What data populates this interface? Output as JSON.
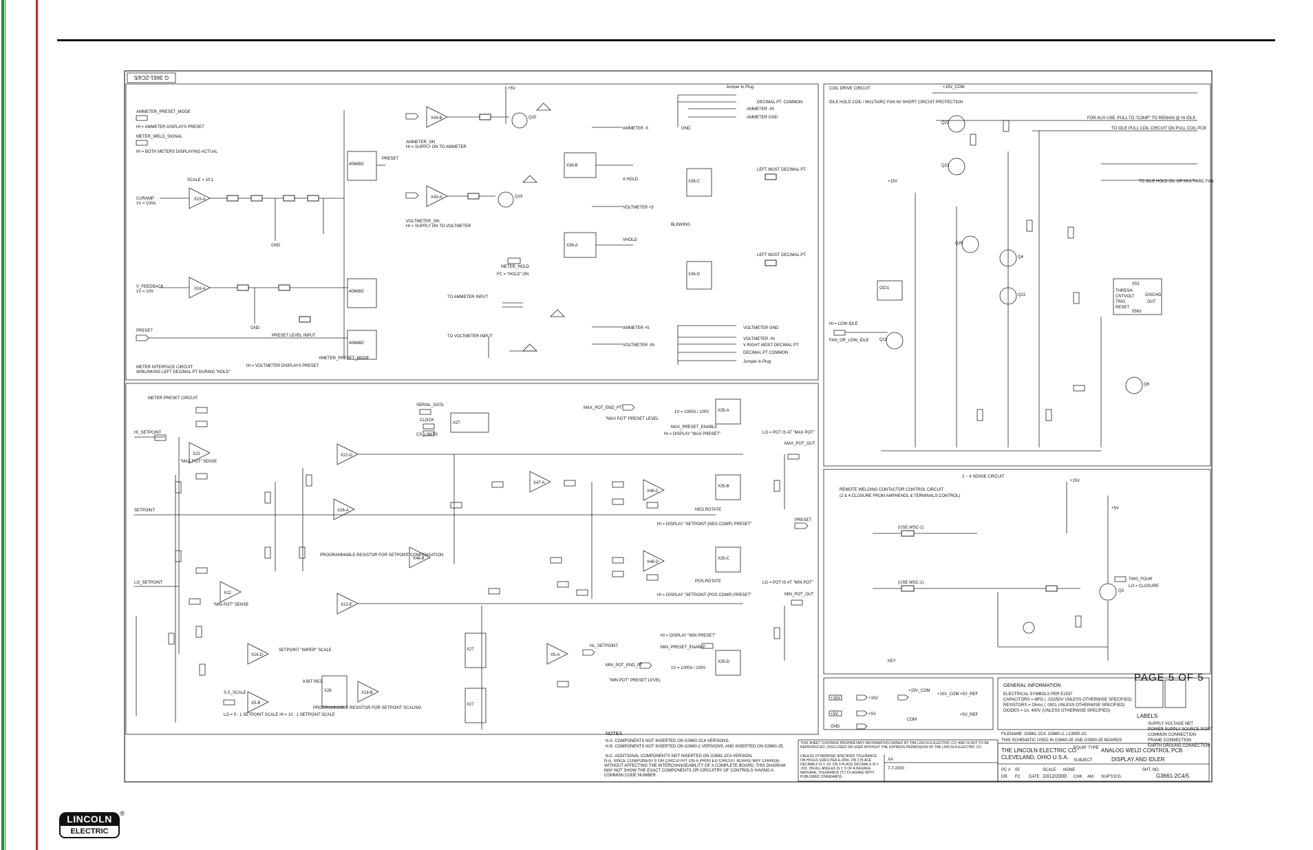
{
  "doc_ref": "G 3661-2C4/5",
  "page_label": "PAGE 5 OF 5",
  "brand": {
    "name": "LINCOLN",
    "sub": "ELECTRIC"
  },
  "sections": {
    "ammeter": {
      "ammeter_preset_mode": "AMMETER_PRESET_MODE",
      "hi_ammeter_displays_preset": "HI = AMMETER DISPLAYS PRESET",
      "meter_weld_signal": "METER_WELD_SIGNAL",
      "hi_both_meters": "HI = BOTH METERS DISPLAYING ACTUAL",
      "scale_10": "SCALE = 10:1",
      "curamp": "CURAMP",
      "curamp_range": "1V = 100A",
      "ammeter_on": "AMMETER_ON",
      "hi_supply_ammeter": "HI = SUPPLY ON TO AMMETER",
      "voltmeter_on": "VOLTMETER_ON",
      "hi_supply_voltmeter": "HI = SUPPLY ON TO VOLTMETER",
      "v_feedback": "V_FEEDBACK",
      "v_feedback_range": "1V = 10V",
      "meter_hold": "METER_HOLD",
      "fc_hold_on": "FC = \"HOLD\" ON",
      "to_ammeter_input": "TO AMMETER INPUT",
      "to_voltmeter_input": "TO VOLTMETER INPUT",
      "preset": "PRESET",
      "preset_level_input": "PRESET LEVEL INPUT",
      "meter_interface_circuit": "METER INTERFACE CIRCUIT",
      "blinking_note": "W/BLINKING LEFT DECIMAL PT DURING \"HOLD\"",
      "vmeter_preset_mode": "VMETER_PRESET_MODE",
      "hi_voltmeter_displays_preset": "HI = VOLTMETER DISPLAYS PRESET",
      "ammeter_neg": "AMMETER -5",
      "ammeter_pos": "AMMETER +5",
      "voltmeter_pos": "VOLTMETER +5",
      "voltmeter_neg": "VOLTMETER -IN",
      "vhold": "VHOLD",
      "ahold": "A HOLD"
    },
    "plug": {
      "jumper_in_plug": "Jumper in Plug",
      "decimal_pt_common": "DECIMAL PT. COMMON",
      "ammeter_in": "AMMETER -IN",
      "ammeter_gnd": "AMMETER GND",
      "left_most_decimal_pt": "LEFT MOST DECIMAL PT.",
      "blinking": "BLINKING",
      "voltmeter_gnd": "VOLTMETER GND",
      "voltmeter_in": "VOLTMETER -IN",
      "right_most_decimal_pt": "V RIGHT MOST DECIMAL PT.",
      "decimal_pt_common_2": "DECIMAL PT COMMON",
      "gnd": "GND"
    },
    "coil": {
      "title": "COIL DRIVE CIRCUIT",
      "idle_note": "IDLE HOLD COIL / MULTIARC FAN W/ SHORT CIRCUIT PROTECTION",
      "aux_note": "FOR AUX USE. PULL TO \"COMP\" TO REMAIN @ HI IDLE",
      "idle_pull": "TO IDLE PULL COIL CIRCUIT ON PULL COIL PCB",
      "to_idle_hold": "TO IDLE HOLD OIL OR MULTIARC FAN",
      "hi_low_idle": "HI = LOW IDLE",
      "fan_run": "FAN_OR_LOW_IDLE",
      "timer": "X53",
      "timer_part": "5563",
      "thresh": "THRESH",
      "cntvolt": "CNTVOLT",
      "trig": "TRIG",
      "reset": "RESET",
      "disch": "DISCHG",
      "out": "OUT",
      "v15": "+15V_COM",
      "v15b": "+15V"
    },
    "preset": {
      "title": "METER PRESET CIRCUIT",
      "hi_setpoint": "HI_SETPOINT",
      "setpoint": "SETPOINT",
      "lo_setpoint": "LO_SETPOINT",
      "max_pot_sense": "\"MAX POT\" SENSE",
      "min_pot_sense": "\"MIN POT\" SENSE",
      "serial_data": "SERIAL_DATA",
      "clock": "CLOCK",
      "cs_limits": "CS_LIMITS",
      "max_pot_end_pt": "MAX_POT_END_PT",
      "max_pot_preset_level": "\"MAX POT\" PRESET LEVEL",
      "max_preset_enable": "MAX_PRESET_ENABLE",
      "hi_display_max_preset": "HI = DISPLAY \"MAX PRESET\"",
      "range": "1V = 1000A / 100V",
      "lo_pot_max": "LO = POT IS AT \"MAX POT\"",
      "lo_pot_min": "LO = POT IS AT \"MIN POT\"",
      "max_pot_out": "MAX_POT_OUT",
      "min_pot_out": "MIN_POT_OUT",
      "preset_out": "PRESET",
      "neg_rotate": "NEG.ROTATE",
      "pos_rotate": "POS.ROTATE",
      "hi_display_setpoint_neg": "HI = DISPLAY \"SETPOINT (NEG COMP) PRESET\"",
      "hi_display_setpoint_pos": "HI = DISPLAY \"SETPOINT (POS COMP) PRESET\"",
      "programmable_resistor": "PROGRAMMABLE RESISTOR FOR SETPOINT COMPENSATION",
      "programmable_scaling": "PROGRAMMABLE RESISTOR FOR SETPOINT SCALING",
      "setpoint_wiper_scale": "SETPOINT \"WIPER\" SCALE",
      "s_s_scale": "S.S_SCALE",
      "setpoint_scale": "LO = 5 : 1 SETPOINT SCALE  HI = 10 : 1 SETPOINT SCALE",
      "hi_display_min": "HI = DISPLAY \"MIN PRESET\"",
      "min_preset_enable": "MIN_PRESET_ENABLE",
      "min_pot_end_pt": "MIN_POT_END_PT",
      "min_pot_preset_level": "\"MIN POT\" PRESET LEVEL",
      "hl_setpoint": "HL_SETPOINT",
      "bit_8_res": "8 BIT RES."
    },
    "remote": {
      "title": "REMOTE WELDING CONTACTOR CONTROL CIRCUIT",
      "subtitle": "(2 & 4 CLOSURE FROM AMPHENOL & TERMINALS CONTROL)",
      "sense": "2 ~ 4 SENSE CIRCUIT",
      "two_four": "TWO_FOUR",
      "lo_closure": "LO = CLOSURE",
      "key": "KEY",
      "fuse1": "(USE WSC-1)",
      "fuse2": "(USE WSC-1)"
    }
  },
  "general_info": {
    "title": "GENERAL INFORMATION",
    "line1": "ELECTRICAL SYMBOLS PER E1537",
    "line2": "CAPACITORS = MFD ( .022/50V UNLESS OTHERWISE SPECIFIED)",
    "line3": "RESISTORS = Ohms ( .0001  UNLESS OTHERWISE SPECIFIED)",
    "line4": "DIODES = 1A, 400V  (UNLESS OTHERWISE SPECIFIED)"
  },
  "labels": {
    "title": "LABELS",
    "supply": "SUPPLY VOLTAGE NET",
    "power_supply": "POWER SUPPLY SOURCE POINT",
    "common": "COMMON CONNECTION",
    "frame": "FRAME CONNECTION",
    "earth": "EARTH GROUND CONNECTION"
  },
  "filename": "FILENAME: G3661-2C4, G3660-2, L13900-2C",
  "filename_note": "THIS SCHEMATIC USED IN G3660-2E AND G3990-2E BOARDS",
  "notes": {
    "title": "NOTES",
    "na": "N.A. COMPONENTS NOT INSERTED ON G3660-2C4 VERSIONS.",
    "nb": "N.B. COMPONENTS NOT INSERTED ON G3660-2 VERSIONS, AND INSERTED ON G3660-2E.",
    "nc": "N.C. ADDITIONAL COMPONENTS NOT INSERTED ON G3661-2C4 VERSION.",
    "nd": "N.A. SINCE COMPONENTS OR CIRCUITRY ON A PRINTED CIRCUIT BOARD MAY CHANGE WITHOUT AFFECTING THE INTERCHANGEABILITY OF A COMPLETE BOARD, THIS DIAGRAM MAY NOT SHOW THE EXACT COMPONENTS OR CIRCUITRY OF CONTROLS HAVING A COMMON CODE NUMBER."
  },
  "title_block": {
    "company": "THE LINCOLN ELECTRIC CO.",
    "city": "CLEVELAND, OHIO U.S.A.",
    "equip_type_label": "EQUIP. TYPE",
    "equip_type": "ANALOG WELD CONTROL PCB",
    "subject_label": "SUBJECT",
    "subject": "DISPLAY AND IDLER",
    "dr_label": "DR.",
    "dr": "FC",
    "date_label": "DATE",
    "date": "10/12/2000",
    "chk_label": "CHK.",
    "chk": "AM",
    "sup_label": "SUP'S'D'G.",
    "scale_label": "SCALE",
    "scale": "NONE",
    "sht_label": "SHT. NO.",
    "sht": "G3661-2C4/5",
    "pc_label": "PC #",
    "pc": "05",
    "fonts": "XA",
    "prop": "THIS SHEET CONTAINS PROPRIETARY INFORMATION OWNED BY THE LINCOLN ELECTRIC CO. AND IS NOT TO BE REPRODUCED, DISCLOSED OR USED WITHOUT THE EXPRESS PERMISSION OF THE LINCOLN ELECTRIC CO.",
    "tol": "UNLESS OTHERWISE SPECIFIED TOLERANCE ON HOLES SIZES PER E-2056. ON 2 PLACE DECIMALS IS ± .02. ON 3 PLACE DECIMALS IS ± .002. ON ALL ANGLES IS ± .5 OF A DEGREE. MATERIAL TOLERANCE (\"t\") TO AGREE WITH PUBLISHED STANDARDS.",
    "approved": "7-7-2000"
  },
  "power_symbols": {
    "p15v": "+15V",
    "p15v_com": "+15V_COM",
    "p15v_com2": "+15V_COM",
    "p5v_ref": "+5V_REF",
    "p5v": "+5V",
    "com": "COM",
    "p15v_ref": "+5V_REF",
    "gnd": "GND"
  },
  "colors": {
    "gutter_green": "#1f8f3a",
    "gutter_red": "#d21f26",
    "ink": "#111111"
  }
}
